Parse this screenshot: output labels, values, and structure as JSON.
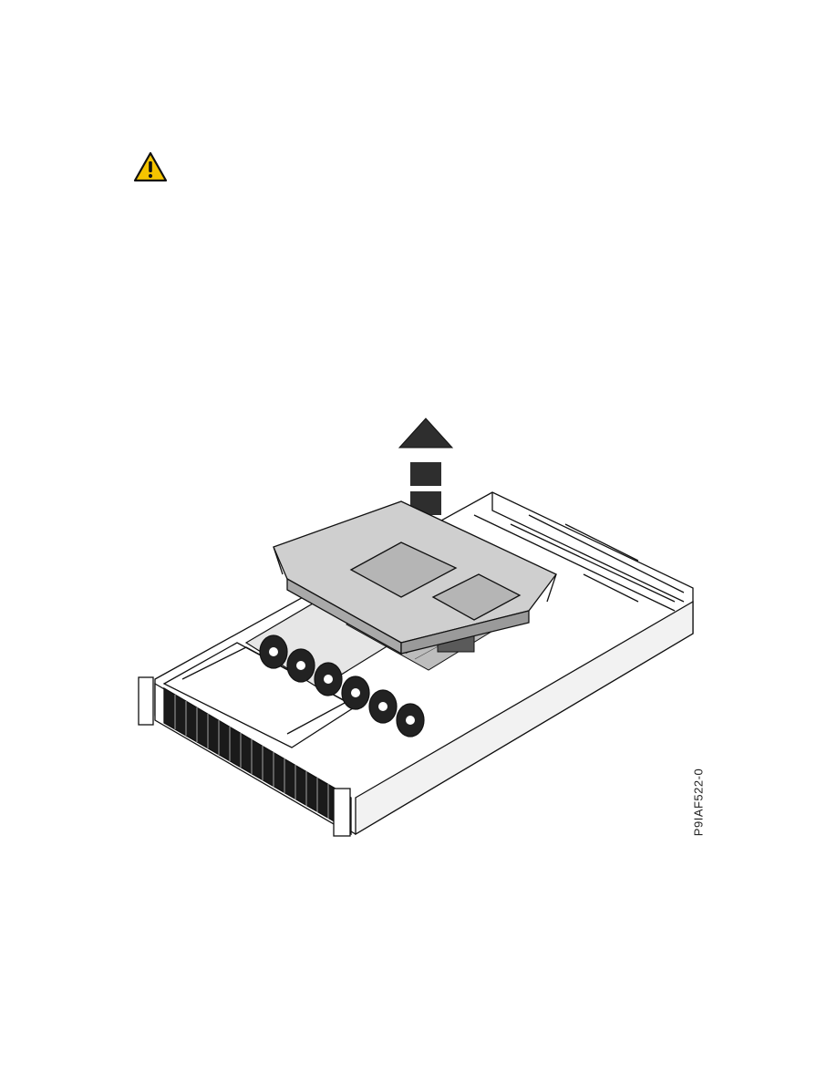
{
  "warning": {
    "icon": "warning-triangle-icon",
    "fill_color": "#f5c400"
  },
  "figure": {
    "description_icons": [
      "server-chassis-illustration",
      "air-baffle",
      "lift-up-arrow-icon"
    ],
    "id_label": "P9IAF522-0"
  }
}
